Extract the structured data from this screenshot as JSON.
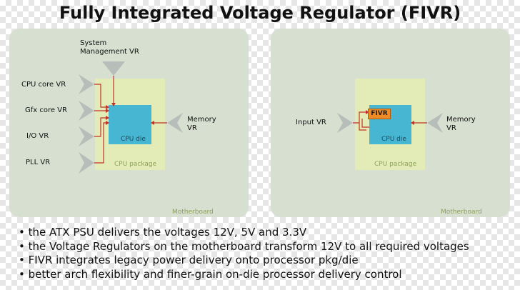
{
  "title": "Fully Integrated Voltage Regulator (FIVR)",
  "left_panel": {
    "system_management_vr": [
      "System",
      "Management VR"
    ],
    "vr_labels": [
      "CPU core VR",
      "Gfx core VR",
      "I/O VR",
      "PLL VR"
    ],
    "memory_vr": [
      "Memory",
      "VR"
    ],
    "cpu_die": "CPU die",
    "cpu_package": "CPU package",
    "motherboard": "Motherboard"
  },
  "right_panel": {
    "input_vr": "Input VR",
    "fivr": "FIVR",
    "memory_vr": [
      "Memory",
      "VR"
    ],
    "cpu_die": "CPU die",
    "cpu_package": "CPU package",
    "motherboard": "Motherboard"
  },
  "bullets": [
    "the ATX PSU delivers the voltages 12V, 5V and 3.3V",
    "the Voltage Regulators on the motherboard transform 12V to all required voltages",
    "FIVR integrates legacy power delivery onto processor pkg/die",
    "better arch flexibility and finer-grain on-die processor delivery control"
  ],
  "colors": {
    "motherboard": "#d6dfd0",
    "package": "#e3ecb6",
    "die": "#46b6d2",
    "fivr": "#f08a24",
    "arrow": "#c0322a",
    "vr_shape": "#b7bdb8"
  }
}
